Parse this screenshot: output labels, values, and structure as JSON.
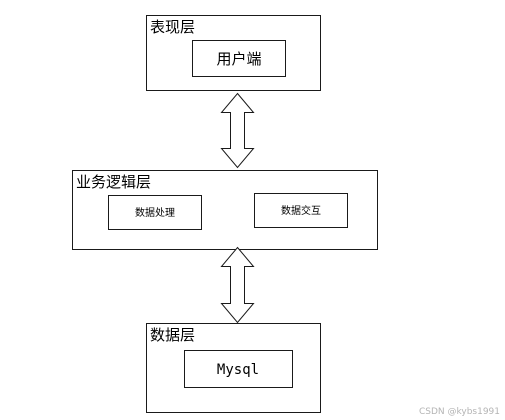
{
  "diagram": {
    "presentation_layer": {
      "title": "表现层",
      "client": "用户端"
    },
    "business_layer": {
      "title": "业务逻辑层",
      "data_processing": "数据处理",
      "data_interaction": "数据交互"
    },
    "data_layer": {
      "title": "数据层",
      "database": "Mysql"
    }
  },
  "watermark": "CSDN @kybs1991"
}
